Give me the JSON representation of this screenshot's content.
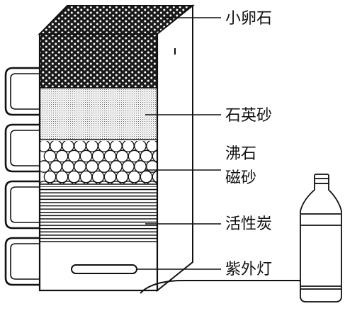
{
  "labels": {
    "pebbles": "小卵石",
    "quartz_sand": "石英砂",
    "zeolite_line1": "沸石",
    "zeolite_line2": "磁砂",
    "activated_carbon": "活性炭",
    "uv_lamp": "紫外灯"
  },
  "colors": {
    "line": "#111111",
    "paper": "#ffffff"
  }
}
